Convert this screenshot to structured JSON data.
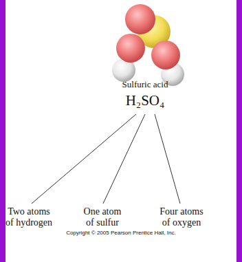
{
  "diagram": {
    "labels": [
      "Sulfuric acid",
      "H₂SO₄",
      "Two atoms of hydrogen",
      "One atom of sulfur",
      "Four atoms of oxygen",
      "Copyright © 2005 Pearson Prentice Hall, Inc."
    ]
  }
}
